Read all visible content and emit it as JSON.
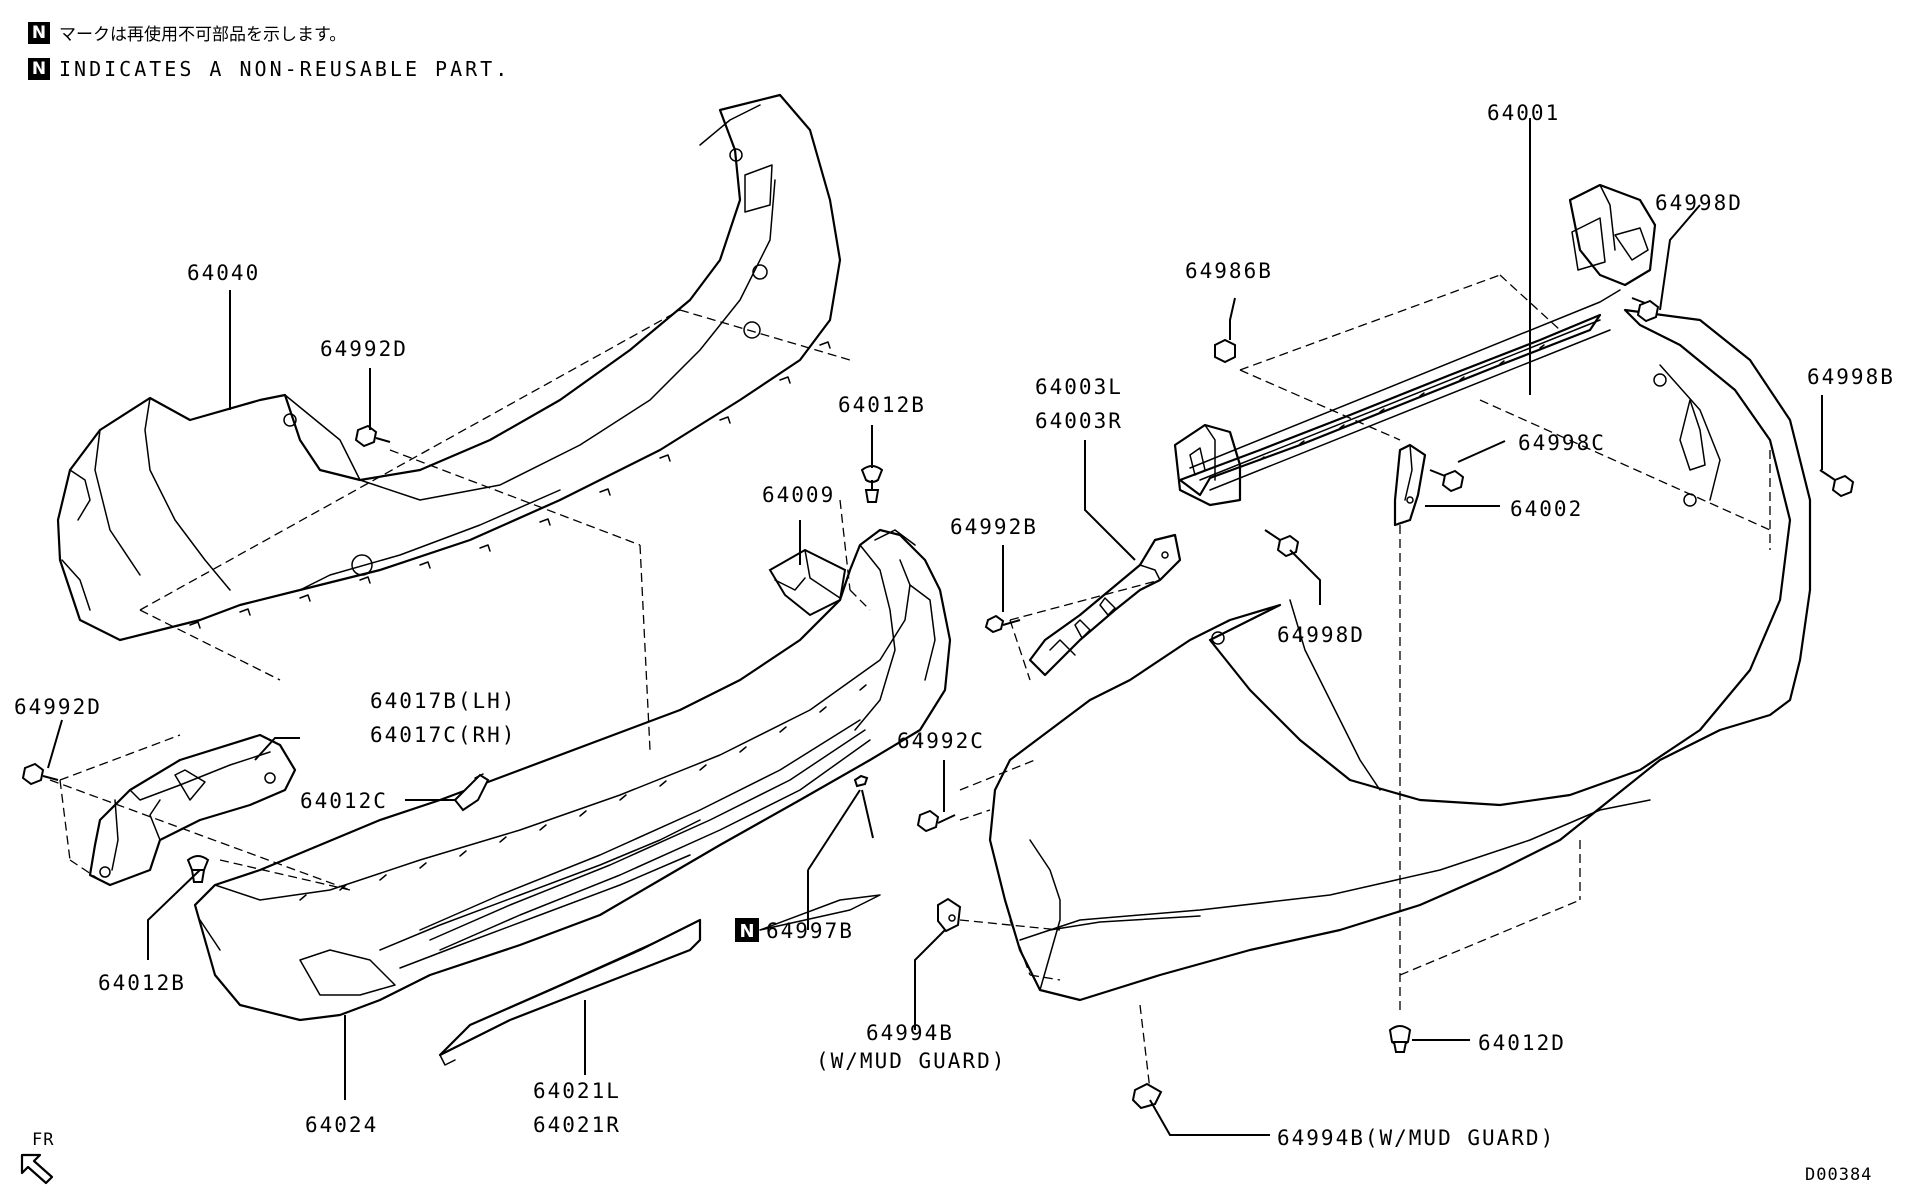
{
  "notes": {
    "japanese": "マークは再使用不可部品を示します。",
    "english": "INDICATES A NON-REUSABLE PART.",
    "badge": "N"
  },
  "labels": {
    "p64040": "64040",
    "p64992D_top": "64992D",
    "p64992D_left": "64992D",
    "p64017B": "64017B(LH)",
    "p64017C": "64017C(RH)",
    "p64012C": "64012C",
    "p64012B_left": "64012B",
    "p64012B_top": "64012B",
    "p64009": "64009",
    "p64024": "64024",
    "p64021L": "64021L",
    "p64021R": "64021R",
    "p64997B": "64997B",
    "p64992B": "64992B",
    "p64992C": "64992C",
    "p64003L": "64003L",
    "p64003R": "64003R",
    "p64994B_mid": "64994B",
    "p64994B_mid_note": "(W/MUD GUARD)",
    "p64994B_bottom": "64994B(W/MUD GUARD)",
    "p64001": "64001",
    "p64986B": "64986B",
    "p64998D_top": "64998D",
    "p64998B": "64998B",
    "p64998C": "64998C",
    "p64002": "64002",
    "p64998D_mid": "64998D",
    "p64012D": "64012D",
    "fr": "FR",
    "code": "D00384"
  },
  "colors": {
    "ink": "#000000",
    "paper": "#ffffff"
  },
  "icons": [
    "front-arrow-icon",
    "non-reusable-badge-icon"
  ]
}
